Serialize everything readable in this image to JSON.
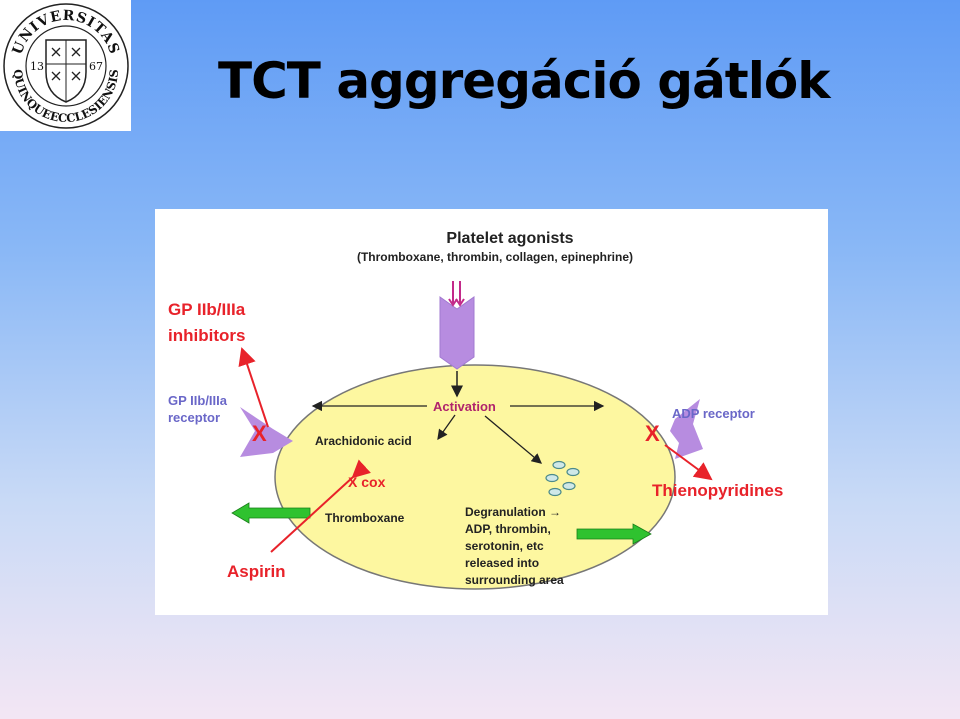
{
  "slide": {
    "title": "TCT aggregáció gátlók"
  },
  "logo": {
    "arc_text_top": "UNIVERSITAS",
    "arc_text_bottom": "QUINQUEECCLESIENSIS",
    "year_left": "13",
    "year_right": "67"
  },
  "diagram": {
    "header_title": "Platelet agonists",
    "header_subtitle": "(Thromboxane, thrombin, collagen, epinephrine)",
    "activation": "Activation",
    "arachidonic_acid": "Arachidonic acid",
    "cox": "X cox",
    "thromboxane": "Thromboxane",
    "degranulation": [
      "Degranulation →",
      "ADP, thrombin,",
      "serotonin, etc",
      "released into",
      "surrounding area"
    ],
    "gp_inhibitors": [
      "GP IIb/IIIa",
      "inhibitors"
    ],
    "gp_receptor": [
      "GP IIb/IIIa",
      "receptor"
    ],
    "adp_receptor": "ADP receptor",
    "thienopyridines": "Thienopyridines",
    "aspirin": "Aspirin",
    "block_mark": "X",
    "colors": {
      "drug": "#e8222a",
      "receptor": "#b78ce0",
      "cell": "#fdf7a0",
      "transport_arrow": "#2fc22f",
      "text": "#222222"
    }
  }
}
